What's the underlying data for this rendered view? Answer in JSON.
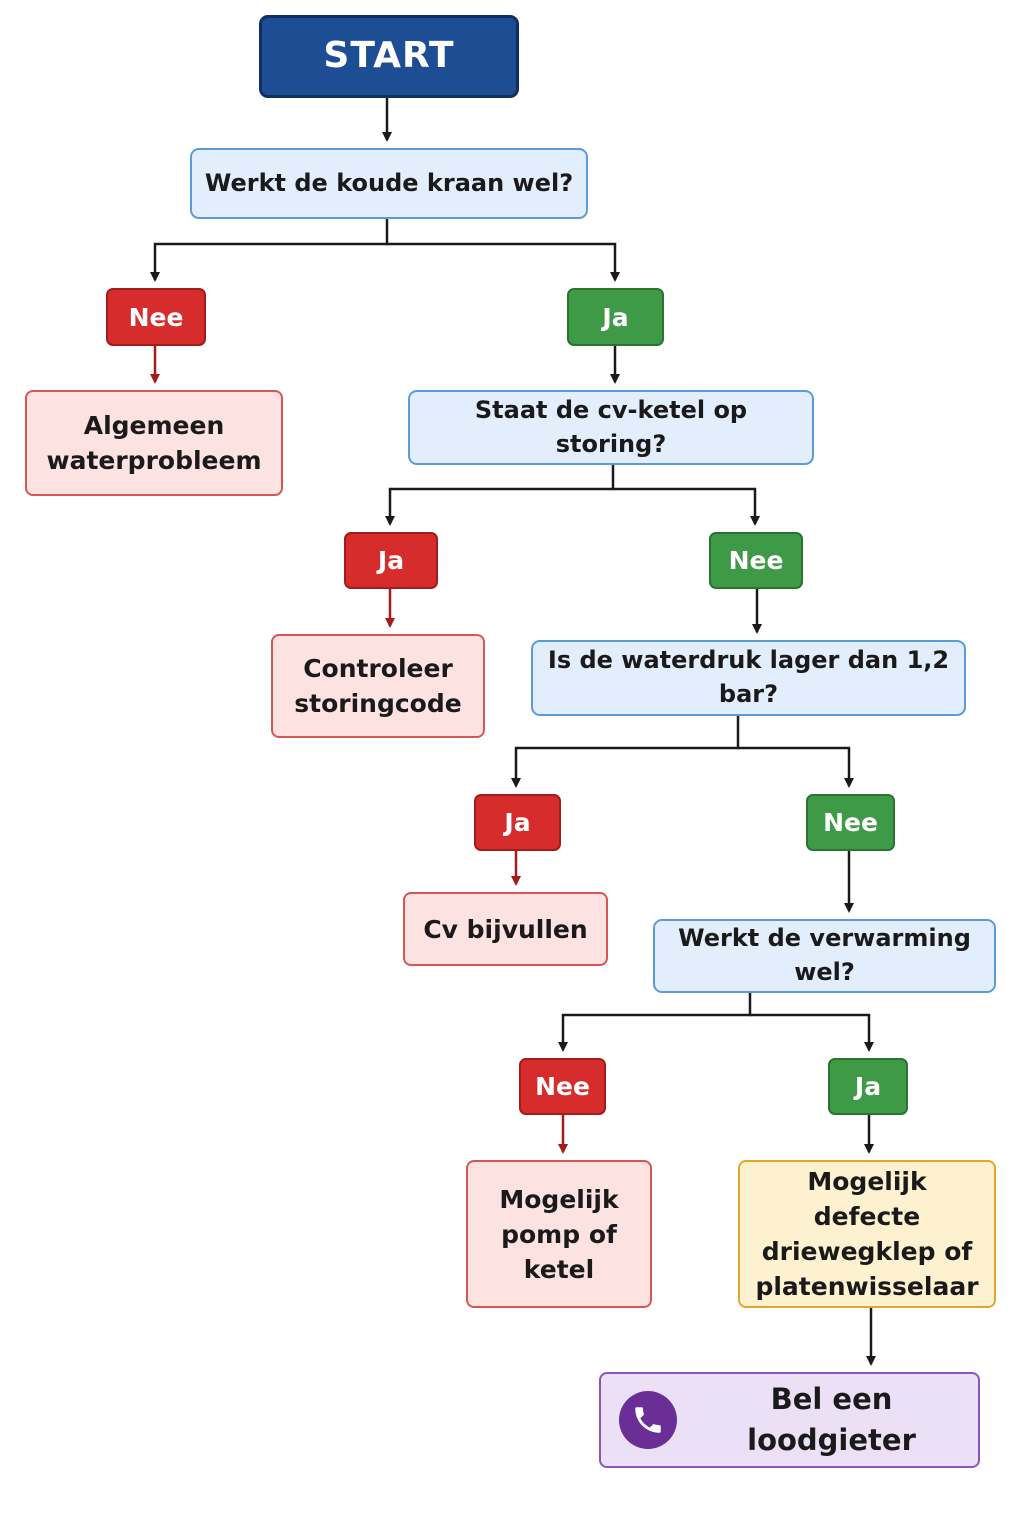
{
  "start": {
    "label": "START"
  },
  "questions": [
    {
      "text": "Werkt de koude kraan wel?"
    },
    {
      "text": "Staat de cv-ketel op storing?"
    },
    {
      "text": "Is de waterdruk lager dan 1,2 bar?"
    },
    {
      "text": "Werkt de verwarming wel?"
    }
  ],
  "branches": {
    "q1_left": "Nee",
    "q1_right": "Ja",
    "q2_left": "Ja",
    "q2_right": "Nee",
    "q3_left": "Ja",
    "q3_right": "Nee",
    "q4_left": "Nee",
    "q4_right": "Ja"
  },
  "outcomes": {
    "algemeen": "Algemeen waterprobleem",
    "storingcode": "Controleer storingcode",
    "bijvullen": "Cv bijvullen",
    "pomp": "Mogelijk pomp of ketel",
    "driewegklep": "Mogelijk defecte driewegklep of platenwisselaar"
  },
  "cta": {
    "label": "Bel een loodgieter",
    "icon": "phone-icon"
  },
  "colors": {
    "start": "#1d4e94",
    "question": "#e3eefc",
    "no": "#d72c2c",
    "yes": "#3e9a47",
    "outcome_red": "#fde2e2",
    "outcome_yellow": "#fdf1cf",
    "cta": "#ece0f6",
    "arrow": "#1a1a1a",
    "arrow_red": "#a31b1b"
  }
}
